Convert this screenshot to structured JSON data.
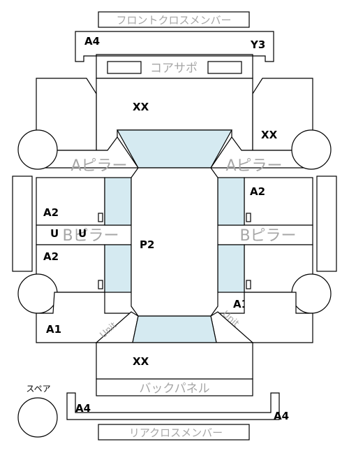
{
  "labels": {
    "front_cross_member": "フロントクロスメンバー",
    "core_support": "コアサポ",
    "a_pillar_left": "Aピラー",
    "a_pillar_right": "Aピラー",
    "b_pillar_left": "Bピラー",
    "b_pillar_right": "Bピラー",
    "back_panel": "バックパネル",
    "rear_cross_member": "リアクロスメンバー",
    "spare": "スペア",
    "unit_left": "Unit",
    "unit_right": "Unit"
  },
  "codes": {
    "front_member_left": "A4",
    "front_member_right": "Y3",
    "front_center": "XX",
    "front_right_fender": "XX",
    "a2_right": "A2",
    "a2_left_upper": "A2",
    "u_left_1": "U",
    "u_left_2": "U",
    "p2": "P2",
    "a2_left_lower": "A2",
    "a1_right": "A1",
    "a1_left": "A1",
    "rear_center": "XX",
    "rear_member_left": "A4",
    "rear_member_right": "A4"
  },
  "colors": {
    "glass": "#d5eaf1",
    "label_gray": "#a6a6a6",
    "line": "#000000"
  }
}
